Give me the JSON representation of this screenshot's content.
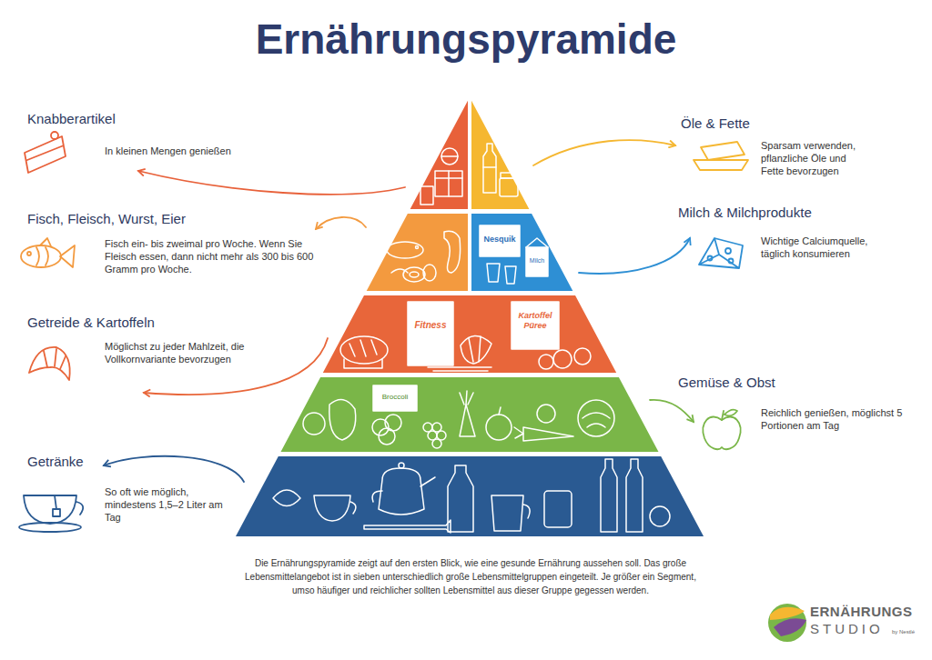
{
  "diagram": {
    "title": "Ernährungspyramide",
    "caption": "Die Ernährungspyramide zeigt auf den ersten Blick, wie eine gesunde Ernährung aussehen soll. Das große Lebensmittelangebot ist in sieben unterschiedlich große Lebensmittelgruppen eingeteilt. Je größer ein Segment, umso häufiger und reichlicher sollten Lebensmittel aus dieser Gruppe gegessen werden.",
    "nodes": [
      {
        "text": [
          "Knabberartikel",
          "In kleinen Mengen genießen"
        ]
      },
      {
        "text": [
          "Öle & Fette",
          "Sparsam verwenden, pflanzliche Öle und Fette bevorzugen"
        ]
      },
      {
        "text": [
          "Fisch, Fleisch, Wurst, Eier",
          "Fisch ein- bis zweimal pro Woche. Wenn Sie Fleisch essen, dann nicht mehr als 300 bis 600 Gramm pro Woche."
        ]
      },
      {
        "text": [
          "Milch & Milchprodukte",
          "Wichtige Calciumquelle, täglich konsumieren"
        ]
      },
      {
        "text": [
          "Getreide & Kartoffeln",
          "Möglichst zu jeder Mahlzeit, die Vollkornvariante bevorzugen"
        ]
      },
      {
        "text": [
          "Gemüse & Obst",
          "Reichlich genießen, möglichst 5 Portionen am Tag"
        ]
      },
      {
        "text": [
          "Getränke",
          "So oft wie möglich, mindestens 1,5–2 Liter am Tag"
        ]
      }
    ],
    "labels": [
      "Nesquik",
      "Milch",
      "Fitness",
      "Kartoffel Püree",
      "Broccoli",
      "ERNÄHRUNGS",
      "STUDIO",
      "by Nestlé"
    ]
  }
}
